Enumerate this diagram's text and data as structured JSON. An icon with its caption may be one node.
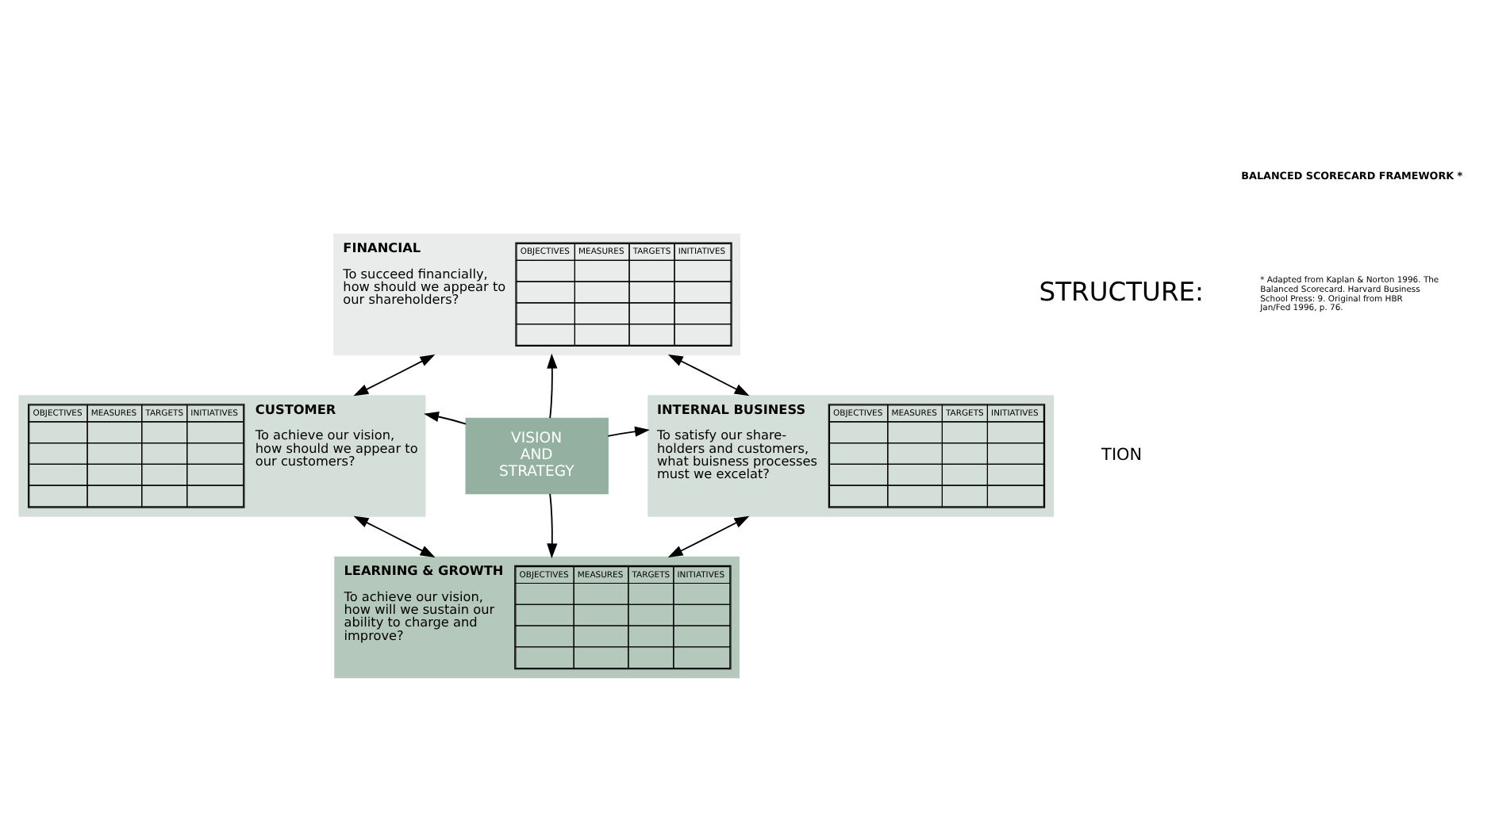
{
  "diagram": {
    "nodes": [
      {
        "text": [
          "FINANCIAL",
          "To succeed financially, how should we appear to our shareholders?",
          "OBJECTIVES",
          "MEASURES",
          "TARGETS",
          "INITIATIVES"
        ]
      },
      {
        "text": [
          "CUSTOMER",
          "To achieve our vision, how should we appear to our customers?",
          "OBJECTIVES",
          "MEASURES",
          "TARGETS",
          "INITIATIVES"
        ]
      },
      {
        "text": [
          "VISION AND STRATEGY"
        ]
      },
      {
        "text": [
          "INTERNAL BUSINESS",
          "To satisfy our share- holders and customers, what buisness processes must we excelat?",
          "OBJECTIVES",
          "MEASURES",
          "TARGETS",
          "INITIATIVES"
        ]
      },
      {
        "text": [
          "LEARNING & GROWTH",
          "To achieve our vision, how will we sustain our ability to charge and improve?",
          "OBJECTIVES",
          "MEASURES",
          "TARGETS",
          "INITIATIVES"
        ]
      }
    ],
    "edges": [
      {
        "from": 2,
        "to": 0,
        "arrow": "to"
      },
      {
        "from": 2,
        "to": 1,
        "arrow": "to"
      },
      {
        "from": 2,
        "to": 3,
        "arrow": "to"
      },
      {
        "from": 2,
        "to": 4,
        "arrow": "to"
      },
      {
        "from": 1,
        "to": 0,
        "arrow": "both"
      },
      {
        "from": 0,
        "to": 3,
        "arrow": "both"
      },
      {
        "from": 1,
        "to": 4,
        "arrow": "both"
      },
      {
        "from": 4,
        "to": 3,
        "arrow": "both"
      }
    ],
    "labels": [
      "STRUCTURE:",
      "TION",
      "BALANCED SCORECARD FRAMEWORK *",
      "* Adapted from Kaplan & Norton 1996. The Balanced Scorecard. Harvard Business School Press: 9. Original from HBR Jan/Fed 1996, p. 76."
    ]
  }
}
